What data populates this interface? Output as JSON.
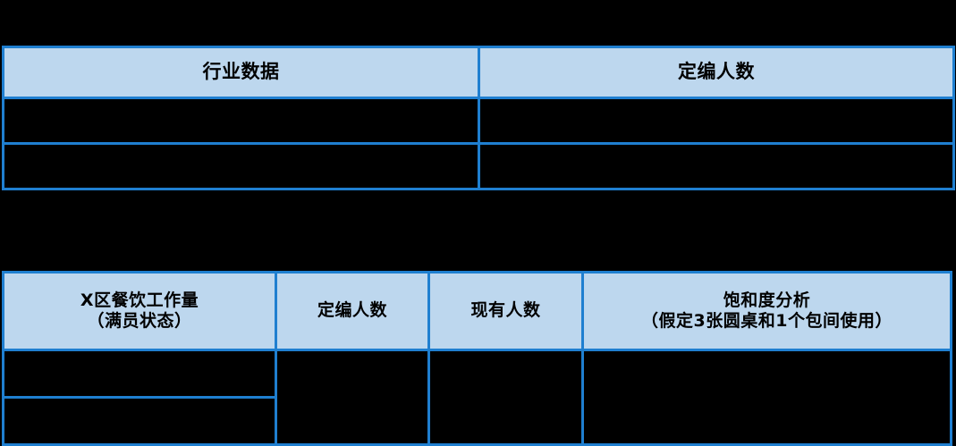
{
  "palette": {
    "page_background": "#000000",
    "table_border": "#1f7fd0",
    "header_fill": "#bdd7ee",
    "header_text": "#000000"
  },
  "industry_table": {
    "name": "industry-data-table",
    "headers": [
      {
        "line1": "行业数据",
        "line2": ""
      },
      {
        "line1": "定编人数",
        "line2": ""
      }
    ],
    "rows": [
      {
        "cells": [
          "",
          ""
        ]
      },
      {
        "cells": [
          "",
          ""
        ]
      }
    ]
  },
  "workload_table": {
    "name": "x-district-catering-workload-table",
    "headers": [
      {
        "line1": "X区餐饮工作量",
        "line2": "（满员状态）"
      },
      {
        "line1": "定编人数",
        "line2": ""
      },
      {
        "line1": "现有人数",
        "line2": ""
      },
      {
        "line1": "饱和度分析",
        "line2": "（假定3张圆桌和1个包间使用）"
      }
    ],
    "rows": [
      {
        "cells": [
          "",
          "",
          "",
          ""
        ]
      },
      {
        "cells": [
          ""
        ]
      }
    ]
  }
}
